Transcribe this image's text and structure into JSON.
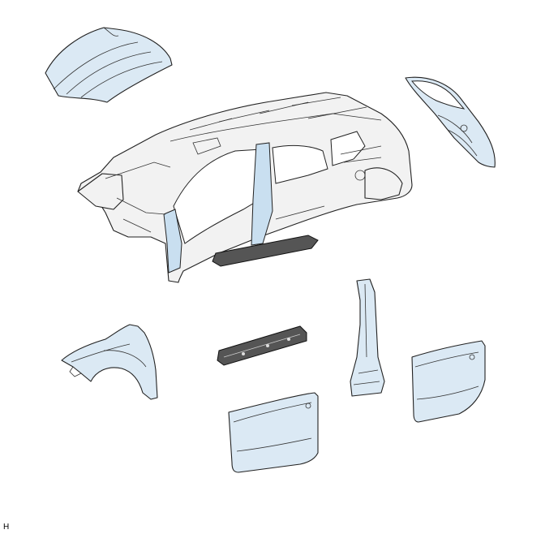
{
  "figure": {
    "corner_label": "H",
    "parts": [
      "hood-panel",
      "back-door-panel",
      "body-shell",
      "front-fender-panel",
      "rocker-reinforcement",
      "center-pillar",
      "front-door-panel",
      "rear-door-panel"
    ],
    "colors": {
      "panel_fill": "#dbe9f4",
      "highlight_fill": "#c9dff0",
      "outline": "#222222",
      "dark_part": "#555555"
    }
  }
}
